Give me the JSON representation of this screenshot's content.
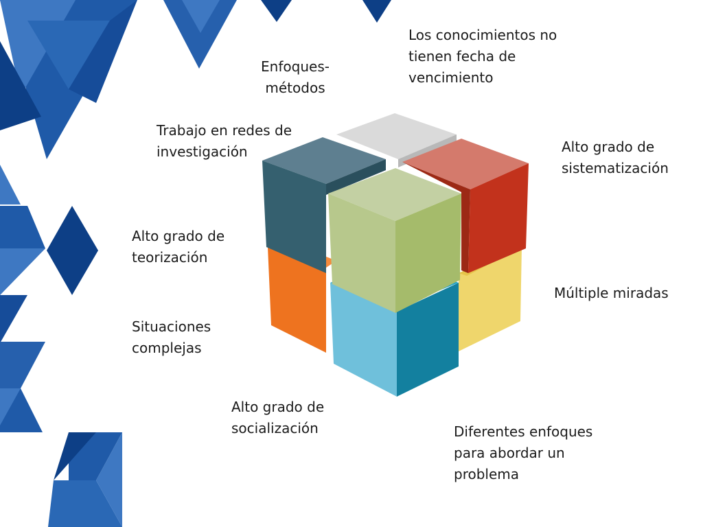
{
  "slide": {
    "labels": {
      "conocimientos": "Los conocimientos no\ntienen fecha de\nvencimiento",
      "enfoques_metodos": "Enfoques-\nmétodos",
      "trabajo_redes": "Trabajo en redes de\ninvestigación",
      "sistematizacion": "Alto grado de\nsistematización",
      "teorizacion": "Alto grado de\nteorización",
      "miradas": "Múltiple miradas",
      "situaciones": "Situaciones\ncomplejas",
      "socializacion": "Alto grado de\nsocialización",
      "diferentes_enfoques": "Diferentes enfoques\npara abordar un\nproblema"
    },
    "colors": {
      "bg_blue_dark": "#0d3f86",
      "bg_blue_mid": "#1f5aa8",
      "bg_blue_light": "#3e78c2",
      "cube_gray": "#dadada",
      "cube_slate": "#35606f",
      "cube_red": "#cf3a23",
      "cube_green": "#adc07b",
      "cube_orange": "#ee731f",
      "cube_yellow": "#efd66c",
      "cube_lightblue": "#6fc0db",
      "cube_teal": "#13809f"
    }
  }
}
